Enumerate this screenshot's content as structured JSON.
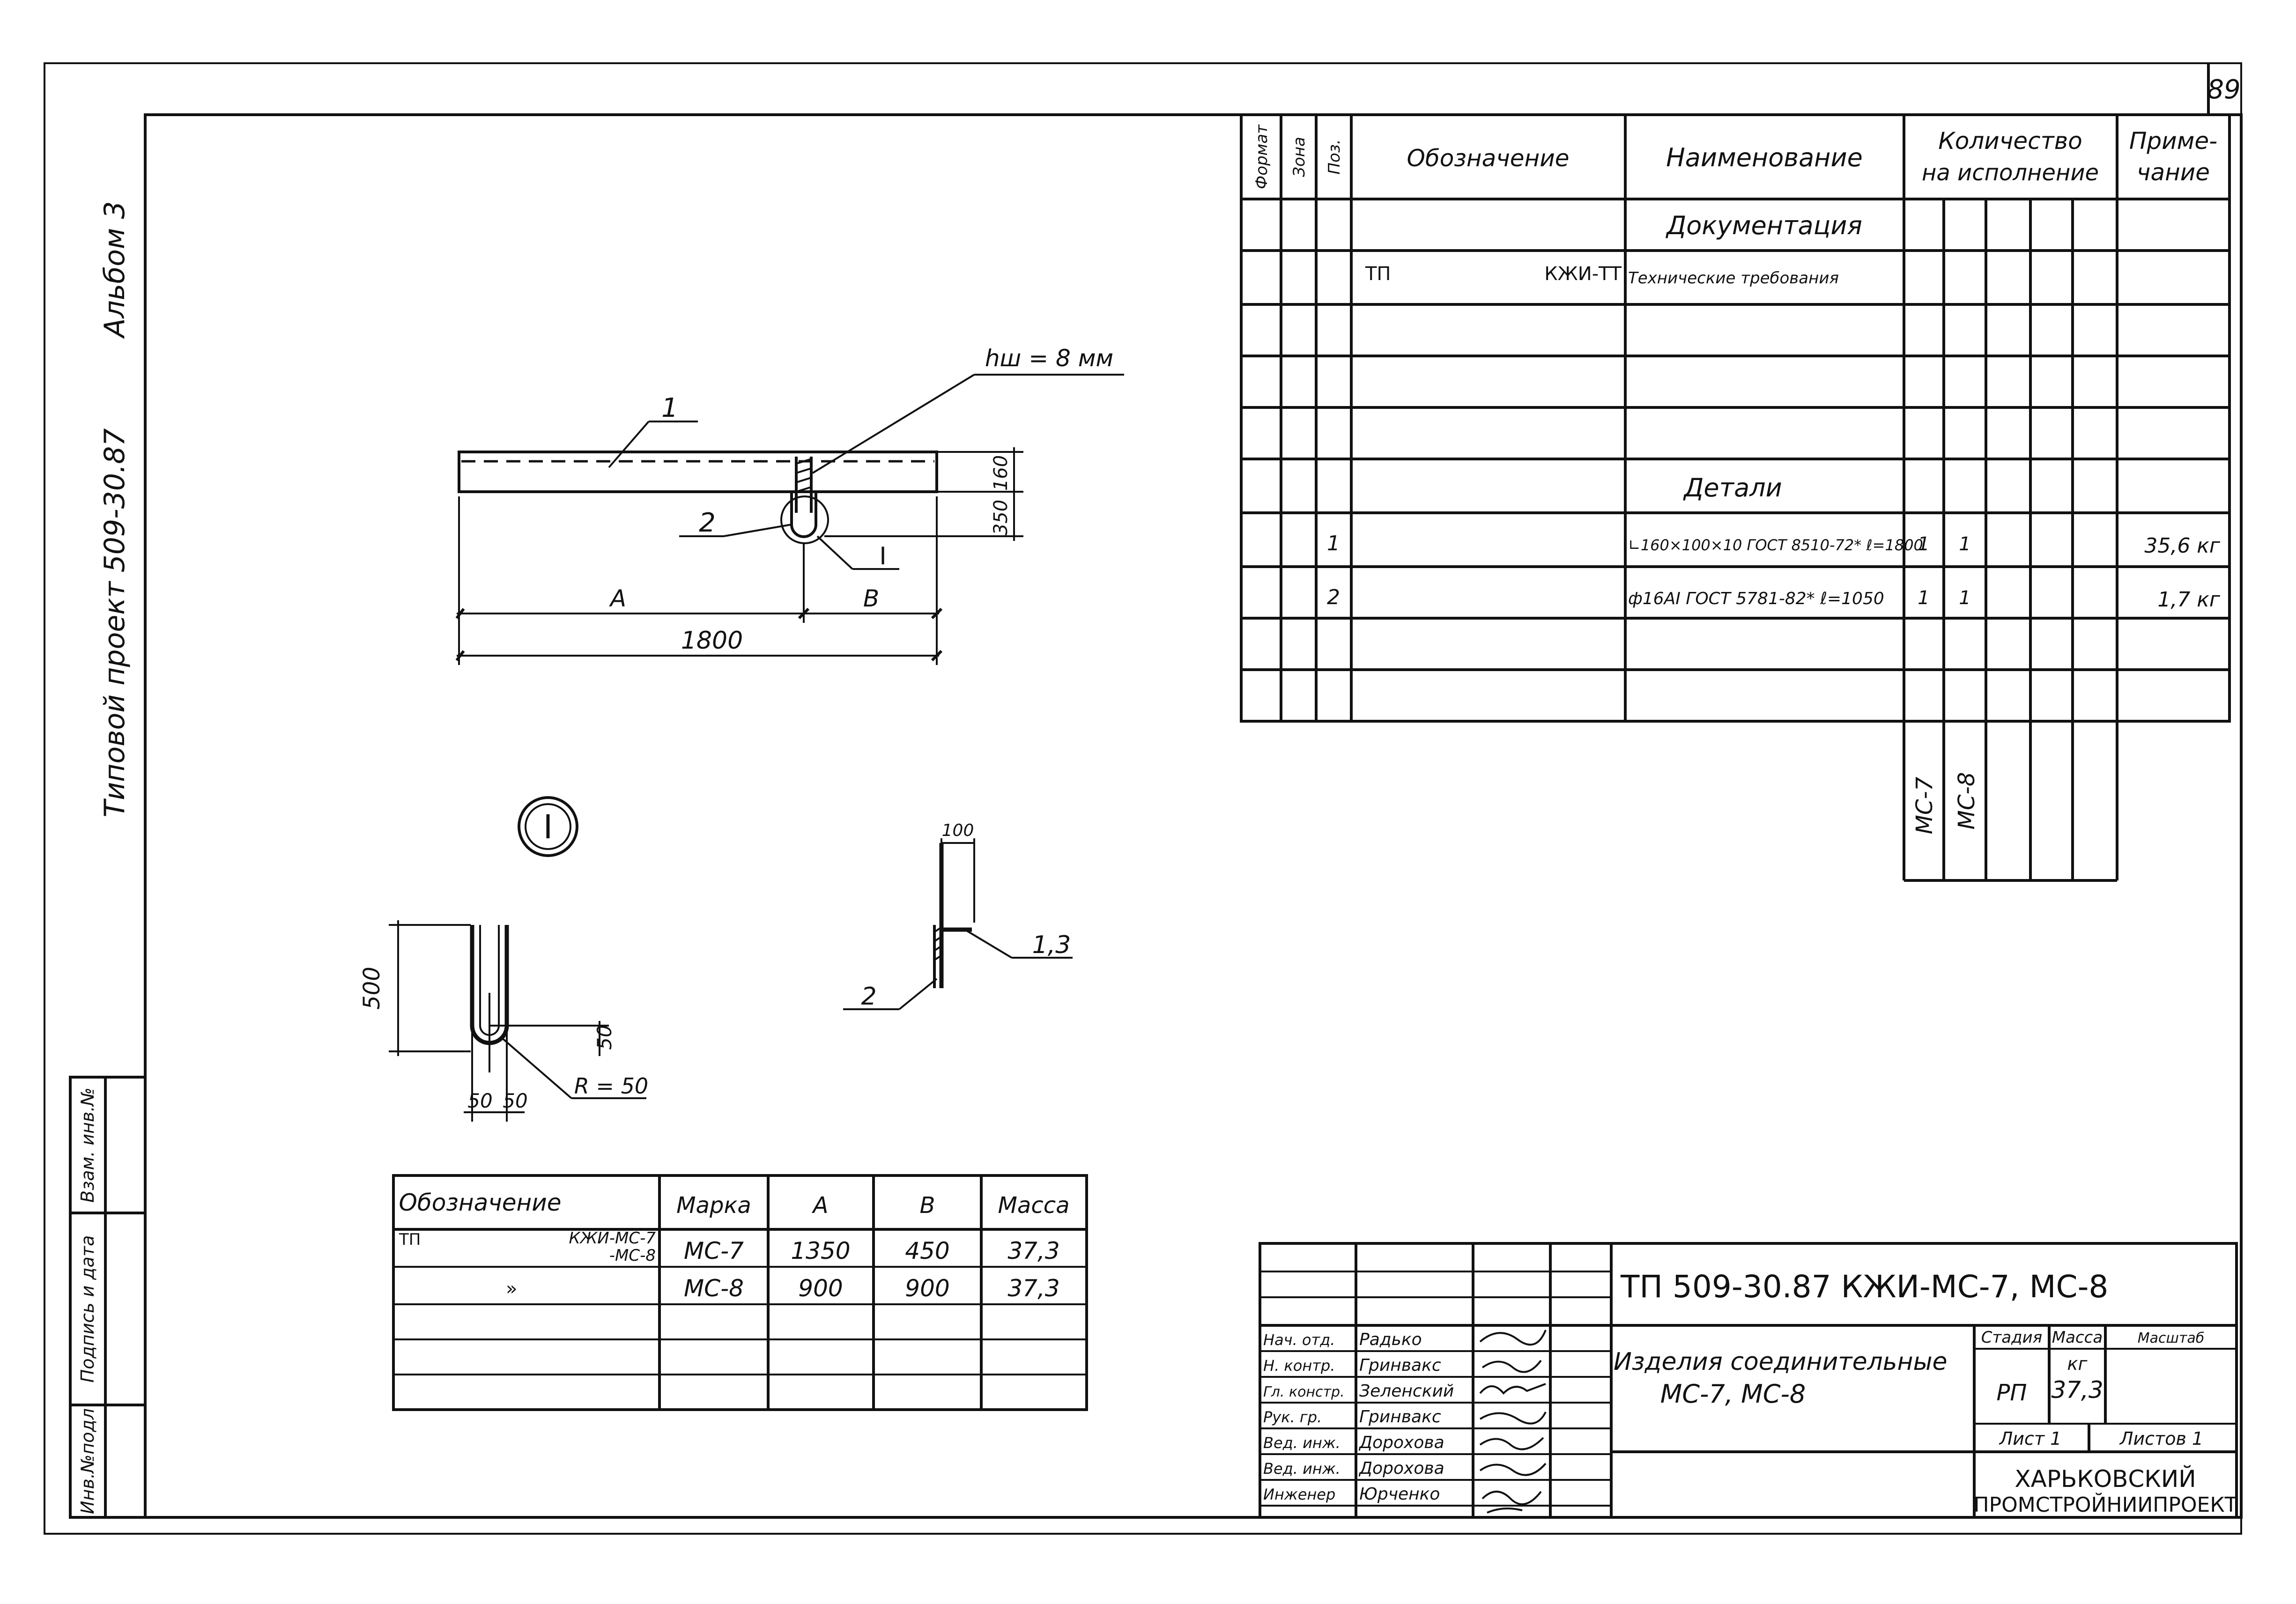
{
  "sheet_number": "89",
  "side_stamp": {
    "album": "Альбом 3",
    "project": "Типовой проект 509-30.87",
    "col1": "Инв.№подл",
    "col2": "Подпись и дата",
    "col3": "Взам. инв.№"
  },
  "spec_table": {
    "headers": {
      "format": "Формат",
      "zone": "Зона",
      "pos": "Поз.",
      "designation": "Обозначение",
      "name": "Наименование",
      "qty_line1": "Количество",
      "qty_line2": "на исполнение",
      "note_line1": "Приме-",
      "note_line2": "чание"
    },
    "section_docs": "Документация",
    "doc_row": {
      "prefix": "ТП",
      "code": "КЖИ-ТТ",
      "name": "Технические требования"
    },
    "section_parts": "Детали",
    "parts": [
      {
        "pos": "1",
        "name": "∟160×100×10 ГОСТ 8510-72* ℓ=1800",
        "q1": "1",
        "q2": "1",
        "note": "35,6 кг"
      },
      {
        "pos": "2",
        "name": "ф16АI ГОСТ 5781-82* ℓ=1050",
        "q1": "1",
        "q2": "1",
        "note": "1,7 кг"
      }
    ],
    "variants": [
      "МС-7",
      "МС-8"
    ]
  },
  "drawing": {
    "weld_label": "hш = 8 мм",
    "callout_1": "1",
    "callout_2": "2",
    "detail_mark": "I",
    "dim_350": "350",
    "dim_160": "160",
    "dim_A": "A",
    "dim_B": "B",
    "dim_total": "1800",
    "detail_circle": "I",
    "u_height": "500",
    "u_bottom": "50",
    "u_w1": "50",
    "u_w2": "50",
    "u_radius": "R = 50",
    "sec_dim": "100",
    "sec_label_13": "1,3",
    "sec_label_2": "2"
  },
  "mark_table": {
    "headers": [
      "Обозначение",
      "Марка",
      "A",
      "B",
      "Масса"
    ],
    "rows": [
      {
        "prefix": "ТП",
        "code_top": "КЖИ-МС-7",
        "code_bottom": "-МС-8",
        "mark": "МС-7",
        "a": "1350",
        "b": "450",
        "mass": "37,3"
      },
      {
        "prefix": "»",
        "code_top": "",
        "code_bottom": "",
        "mark": "МС-8",
        "a": "900",
        "b": "900",
        "mass": "37,3"
      }
    ]
  },
  "title_block": {
    "doc_code": "ТП 509-30.87 КЖИ-МС-7, МС-8",
    "title_line1": "Изделия соединительные",
    "title_line2": "МС-7, МС-8",
    "stage_label": "Стадия",
    "mass_label": "Масса",
    "scale_label": "Масштаб",
    "mass_unit": "кг",
    "stage": "РП",
    "mass": "37,3",
    "sheet_label": "Лист 1",
    "sheets_label": "Листов 1",
    "org_line1": "ХАРЬКОВСКИЙ",
    "org_line2": "ПРОМСТРОЙНИИПРОЕКТ",
    "staff": [
      {
        "role": "Нач. отд.",
        "name": "Радько"
      },
      {
        "role": "Н. контр.",
        "name": "Гринвакс"
      },
      {
        "role": "Гл. констр.",
        "name": "Зеленский"
      },
      {
        "role": "Рук. гр.",
        "name": "Гринвакс"
      },
      {
        "role": "Вед. инж.",
        "name": "Дорохова"
      },
      {
        "role": "Вед. инж.",
        "name": "Дорохова"
      },
      {
        "role": "Инженер",
        "name": "Юрченко"
      }
    ]
  }
}
